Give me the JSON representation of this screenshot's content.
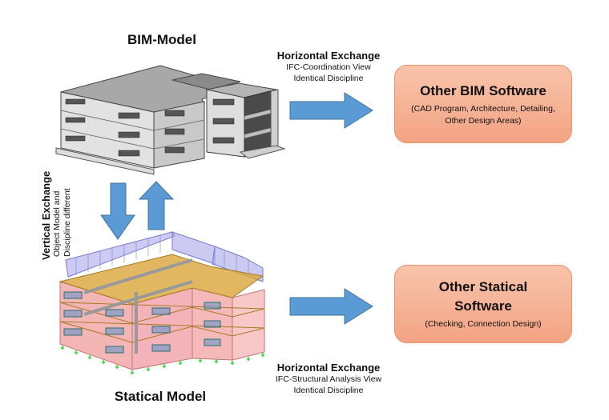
{
  "titles": {
    "bim_model": "BIM-Model",
    "statical_model": "Statical Model"
  },
  "horizontal_exchange_top": {
    "heading": "Horizontal Exchange",
    "line1": "IFC-Coordination View",
    "line2": "Identical Discipline"
  },
  "horizontal_exchange_bottom": {
    "heading": "Horizontal Exchange",
    "line1": "IFC-Structural Analysis View",
    "line2": "Identical Discipline"
  },
  "vertical_exchange": {
    "heading": "Vertical Exchange",
    "line1": "Object Model and",
    "line2": "Discipline different"
  },
  "boxes": {
    "bim_software": {
      "title": "Other BIM Software",
      "subtitle_line1": "(CAD Program, Architecture, Detailing,",
      "subtitle_line2": "Other Design Areas)"
    },
    "statical_software": {
      "title_line1": "Other Statical",
      "title_line2": "Software",
      "subtitle": "(Checking, Connection Design)"
    }
  },
  "colors": {
    "arrow_fill": "#5b9bd5",
    "arrow_stroke": "#41719c",
    "box_fill": "#f4b092",
    "box_border": "#e8916a",
    "slab": "#d9a53a",
    "wall": "#f2a8a8",
    "load": "#9b9be0",
    "support": "#33dd33"
  }
}
